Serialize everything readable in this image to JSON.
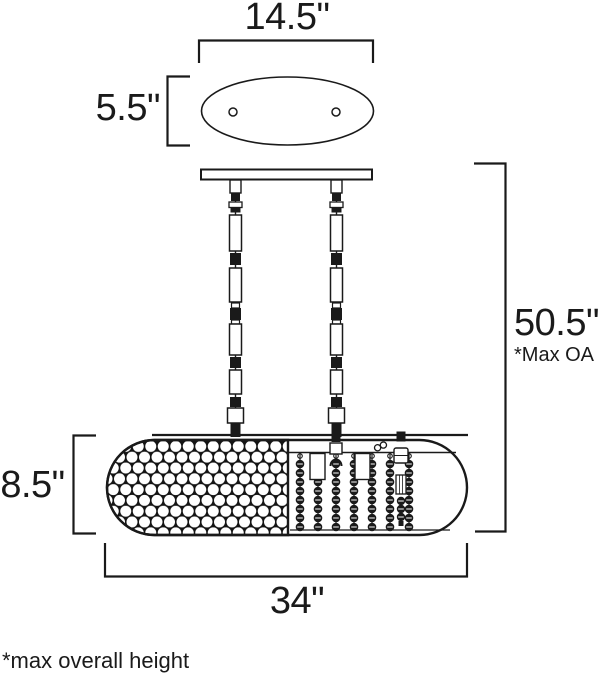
{
  "labels": {
    "canopy_width": "14.5\"",
    "canopy_depth": "5.5\"",
    "overall_height": "50.5\"",
    "overall_height_note": "*Max OA",
    "body_height": "8.5\"",
    "body_width": "34\"",
    "footnote": "*max overall height"
  },
  "colors": {
    "line": "#1a1a1a",
    "background": "#ffffff"
  }
}
